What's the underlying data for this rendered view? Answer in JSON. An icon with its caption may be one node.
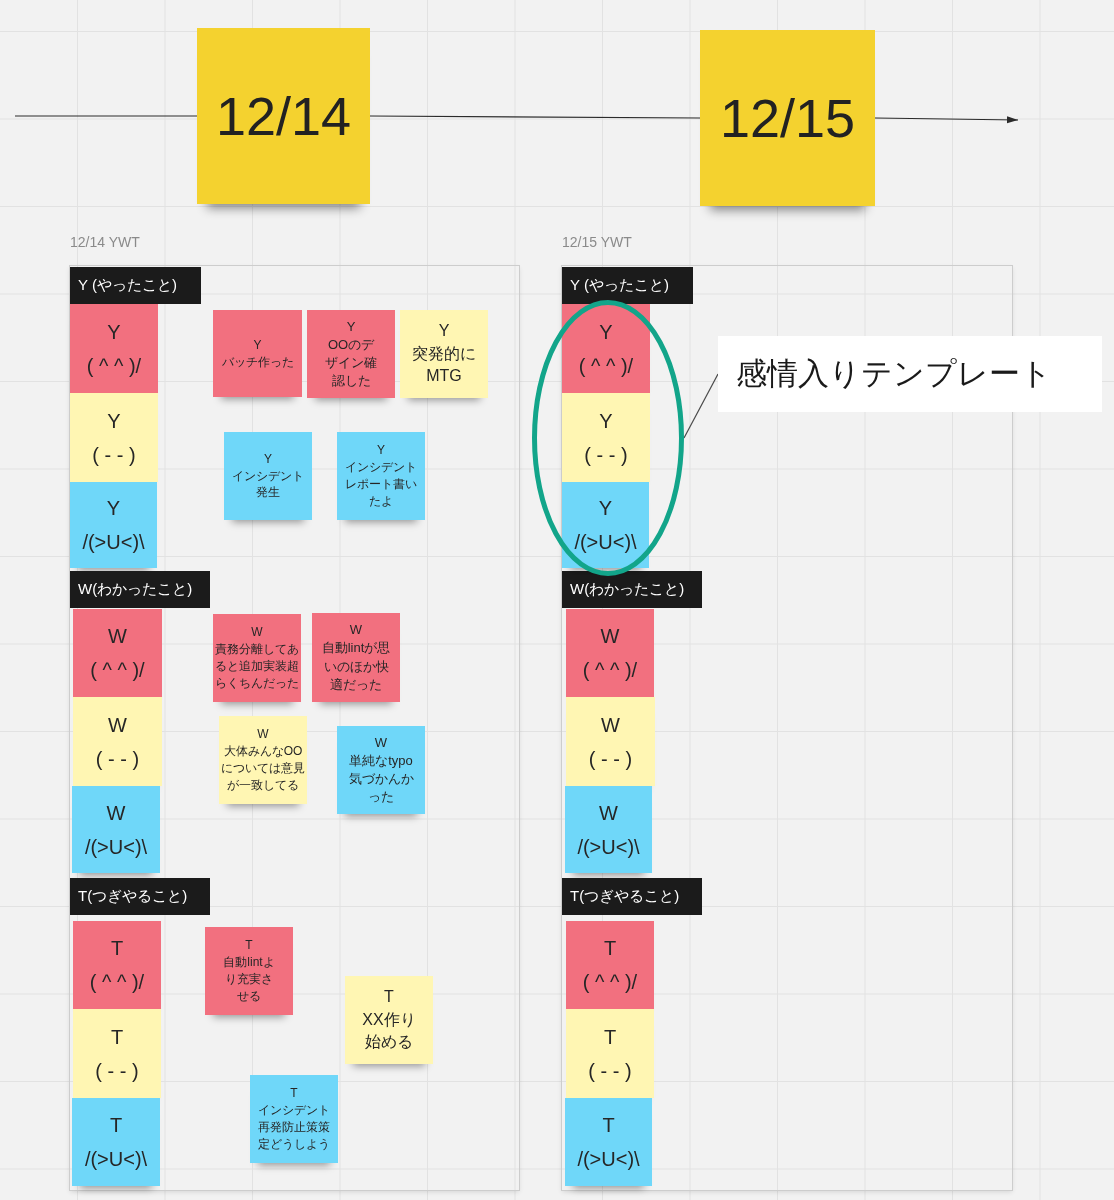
{
  "diagram": {
    "nodes": [
      {
        "text": [
          "12/14"
        ]
      },
      {
        "text": [
          "12/15"
        ]
      },
      {
        "text": [
          "12/14 YWT"
        ]
      },
      {
        "text": [
          "Y (やったこと)"
        ],
        "in": 2
      },
      {
        "text": [
          "Y",
          "( ^ ^ )/"
        ],
        "in": 2
      },
      {
        "text": [
          "Y",
          "( - - )"
        ],
        "in": 2
      },
      {
        "text": [
          "Y",
          "/(>U<)\\"
        ],
        "in": 2
      },
      {
        "text": [
          "Y",
          "バッチ作った"
        ],
        "in": 2
      },
      {
        "text": [
          "Y",
          "OOのデザイン確認した"
        ],
        "in": 2
      },
      {
        "text": [
          "Y",
          "突発的にMTG"
        ],
        "in": 2
      },
      {
        "text": [
          "Y",
          "インシデント発生"
        ],
        "in": 2
      },
      {
        "text": [
          "Y",
          "インシデントレポート書いたよ"
        ],
        "in": 2
      },
      {
        "text": [
          "W(わかったこと)"
        ],
        "in": 2
      },
      {
        "text": [
          "W",
          "( ^ ^ )/"
        ],
        "in": 2
      },
      {
        "text": [
          "W",
          "( - - )"
        ],
        "in": 2
      },
      {
        "text": [
          "W",
          "/(>U<)\\"
        ],
        "in": 2
      },
      {
        "text": [
          "W",
          "責務分離してあると追加実装超らくちんだった"
        ],
        "in": 2
      },
      {
        "text": [
          "W",
          "自動lintが思いのほか快適だった"
        ],
        "in": 2
      },
      {
        "text": [
          "W",
          "大体みんなOOについては意見が一致してる"
        ],
        "in": 2
      },
      {
        "text": [
          "W",
          "単純なtypo気づかんかった"
        ],
        "in": 2
      },
      {
        "text": [
          "T(つぎやること)"
        ],
        "in": 2
      },
      {
        "text": [
          "T",
          "( ^ ^ )/"
        ],
        "in": 2
      },
      {
        "text": [
          "T",
          "( - - )"
        ],
        "in": 2
      },
      {
        "text": [
          "T",
          "/(>U<)\\"
        ],
        "in": 2
      },
      {
        "text": [
          "T",
          "自動lintより充実させる"
        ],
        "in": 2
      },
      {
        "text": [
          "T",
          "XX作り始める"
        ],
        "in": 2
      },
      {
        "text": [
          "T",
          "インシデント再発防止策策定どうしよう"
        ],
        "in": 2
      },
      {
        "text": [
          "12/15 YWT"
        ]
      },
      {
        "text": [
          "Y (やったこと)"
        ],
        "in": 27
      },
      {
        "text": [],
        "shape": "ellipse"
      },
      {
        "text": [
          "Y",
          "( ^ ^ )/"
        ],
        "in": 29
      },
      {
        "text": [
          "Y",
          "( - - )"
        ],
        "in": 29
      },
      {
        "text": [
          "Y",
          "/(>U<)\\"
        ],
        "in": 29
      },
      {
        "text": [
          "W(わかったこと)"
        ],
        "in": 27
      },
      {
        "text": [
          "W",
          "( ^ ^ )/"
        ],
        "in": 27
      },
      {
        "text": [
          "W",
          "( - - )"
        ],
        "in": 27
      },
      {
        "text": [
          "W",
          "/(>U<)\\"
        ],
        "in": 27
      },
      {
        "text": [
          "T(つぎやること)"
        ],
        "in": 27
      },
      {
        "text": [
          "T",
          "( ^ ^ )/"
        ],
        "in": 27
      },
      {
        "text": [
          "T",
          "( - - )"
        ],
        "in": 27
      },
      {
        "text": [
          "T",
          "/(>U<)\\"
        ],
        "in": 27
      },
      {
        "text": [
          "感情入りテンプレート"
        ]
      }
    ],
    "edges": [
      {
        "from": null,
        "to": 0,
        "arrow": "none"
      },
      {
        "from": 0,
        "to": 1,
        "arrow": "none"
      },
      {
        "from": 1,
        "to": null,
        "arrow": "to"
      },
      {
        "from": 41,
        "to": 29,
        "arrow": "none"
      }
    ]
  }
}
